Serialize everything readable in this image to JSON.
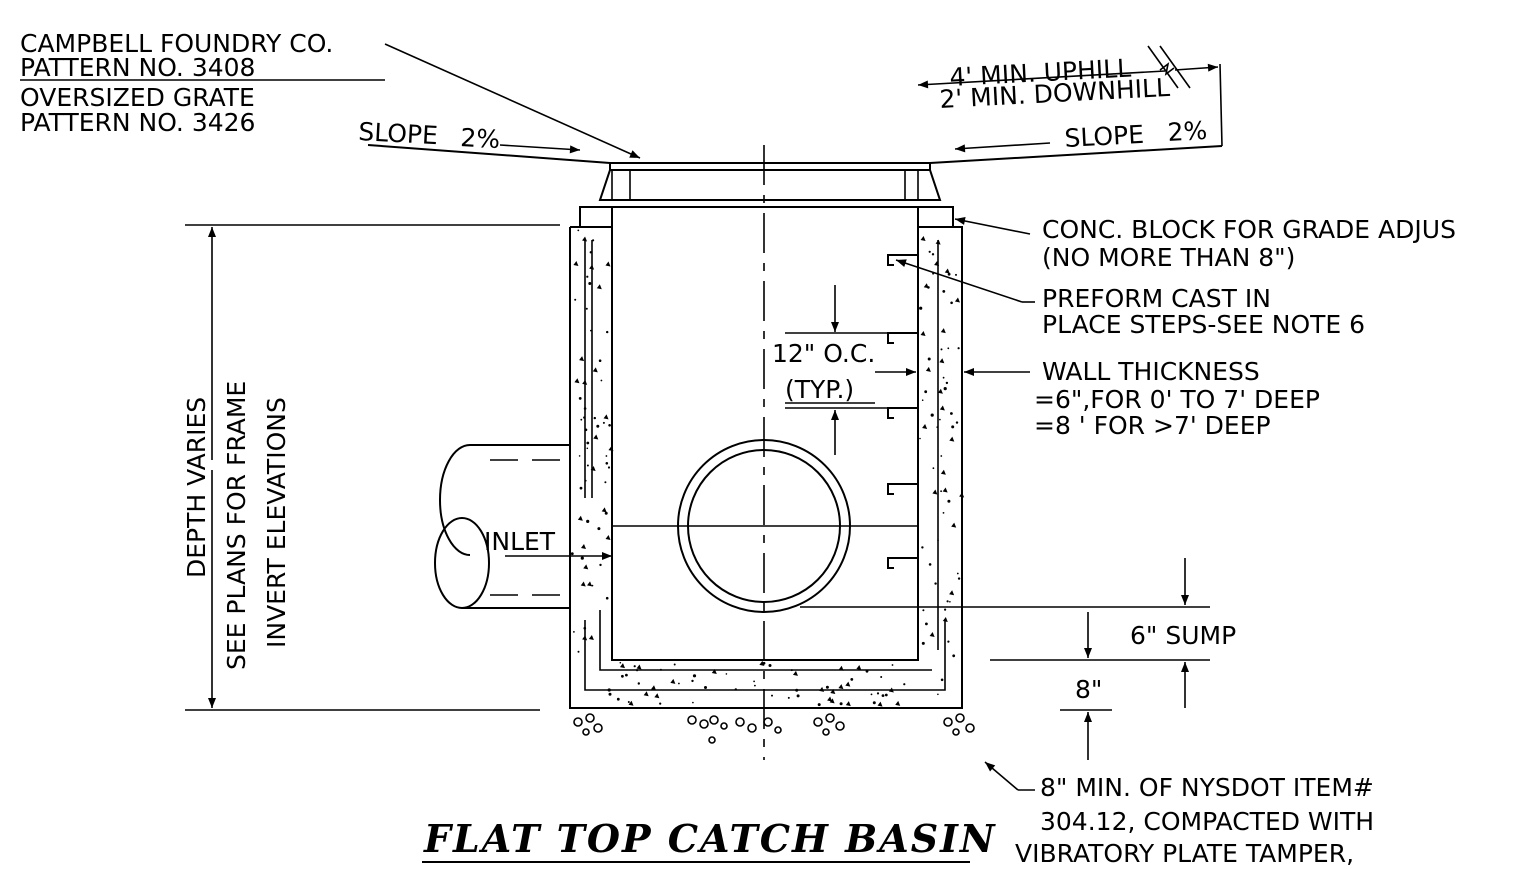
{
  "drawing": {
    "title": "FLAT TOP CATCH BASIN",
    "frame_note": {
      "line1": "CAMPBELL FOUNDRY CO.",
      "line2": "PATTERN NO. 3408",
      "line3": "OVERSIZED GRATE",
      "line4": "PATTERN NO. 3426"
    },
    "slope_left": {
      "label": "SLOPE",
      "value": "2%"
    },
    "slope_right": {
      "label": "SLOPE",
      "value": "2%"
    },
    "grade_uphill": "4' MIN. UPHILL",
    "grade_downhill": "2' MIN. DOWNHILL",
    "block_note": {
      "line1": "CONC. BLOCK FOR GRADE ADJUS",
      "line2": "(NO MORE THAN 8\")"
    },
    "steps_note": {
      "line1": "PREFORM CAST IN",
      "line2": "PLACE STEPS-SEE NOTE 6"
    },
    "spacing": {
      "line1": "12\" O.C.",
      "line2": "(TYP.)"
    },
    "wall_note": {
      "line1": "WALL THICKNESS",
      "line2": "=6\",FOR 0' TO 7' DEEP",
      "line3": "=8 ' FOR >7' DEEP"
    },
    "depth_note": {
      "line1": "DEPTH VARIES",
      "line2": "SEE PLANS FOR FRAME",
      "line3": "INVERT ELEVATIONS"
    },
    "inlet_label": "INLET",
    "sump_label": "6\" SUMP",
    "base_label": "8\"",
    "gravel_note": {
      "line1": "8\" MIN. OF NYSDOT ITEM#",
      "line2": "304.12, COMPACTED WITH",
      "line3": "VIBRATORY PLATE TAMPER,"
    }
  }
}
